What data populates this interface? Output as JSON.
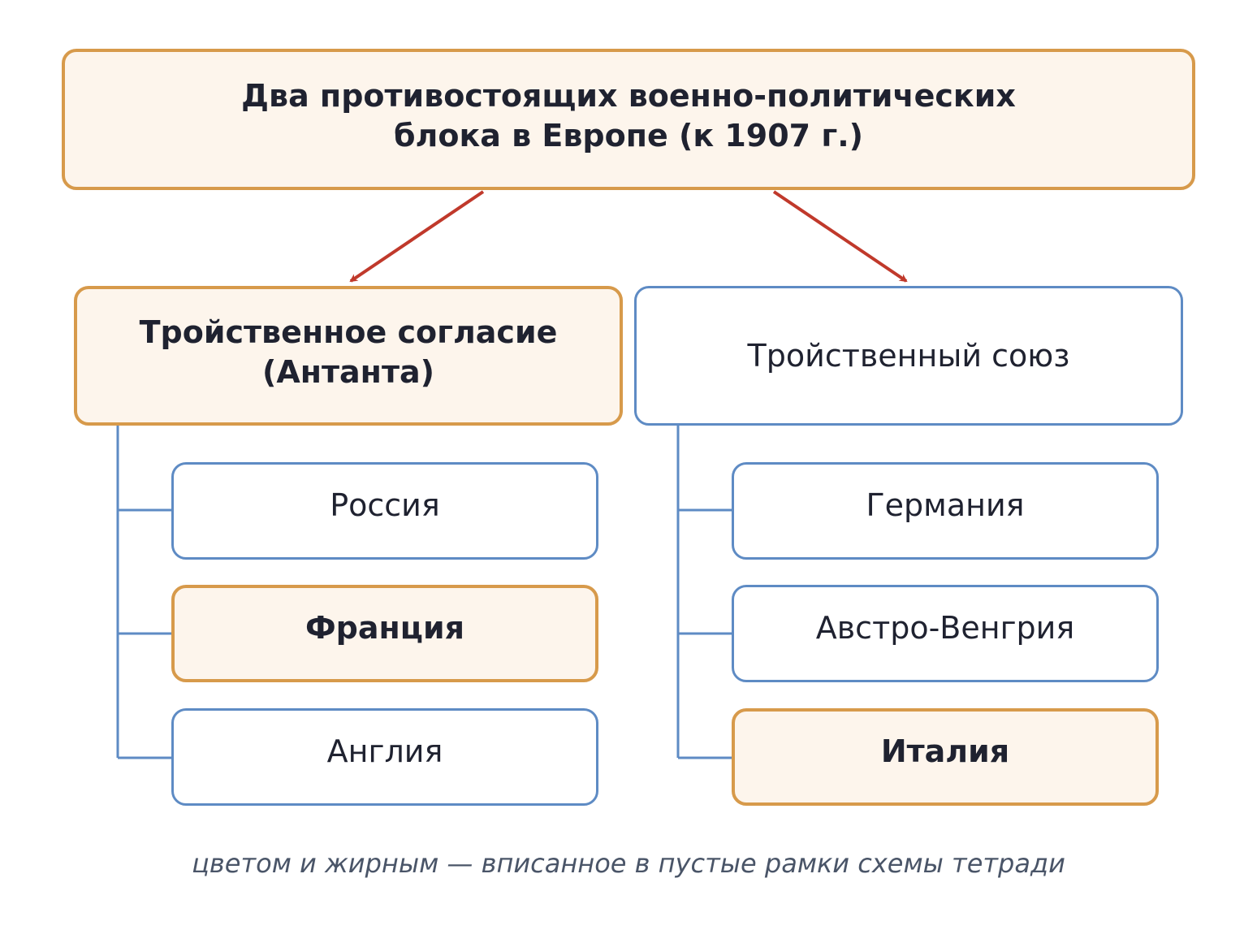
{
  "title": "Два противостоящих военно-политических\nблока в Европе (к 1907 г.)",
  "blocs": [
    {
      "name": "Тройственное согласие\n(Антанта)",
      "filled": true,
      "members": [
        {
          "name": "Россия",
          "filled": false
        },
        {
          "name": "Франция",
          "filled": true
        },
        {
          "name": "Англия",
          "filled": false
        }
      ]
    },
    {
      "name": "Тройственный союз",
      "filled": false,
      "members": [
        {
          "name": "Германия",
          "filled": false
        },
        {
          "name": "Австро-Венгрия",
          "filled": false
        },
        {
          "name": "Италия",
          "filled": true
        }
      ]
    }
  ],
  "caption": "цветом и жирным — вписанное в пустые рамки схемы тетради",
  "colors": {
    "filled_border": "#d79a4b",
    "filled_background": "#fdf5ec",
    "blank_border": "#5e8bc4",
    "arrow": "#c0392b",
    "text": "#1f2230",
    "caption": "#4a5568"
  }
}
